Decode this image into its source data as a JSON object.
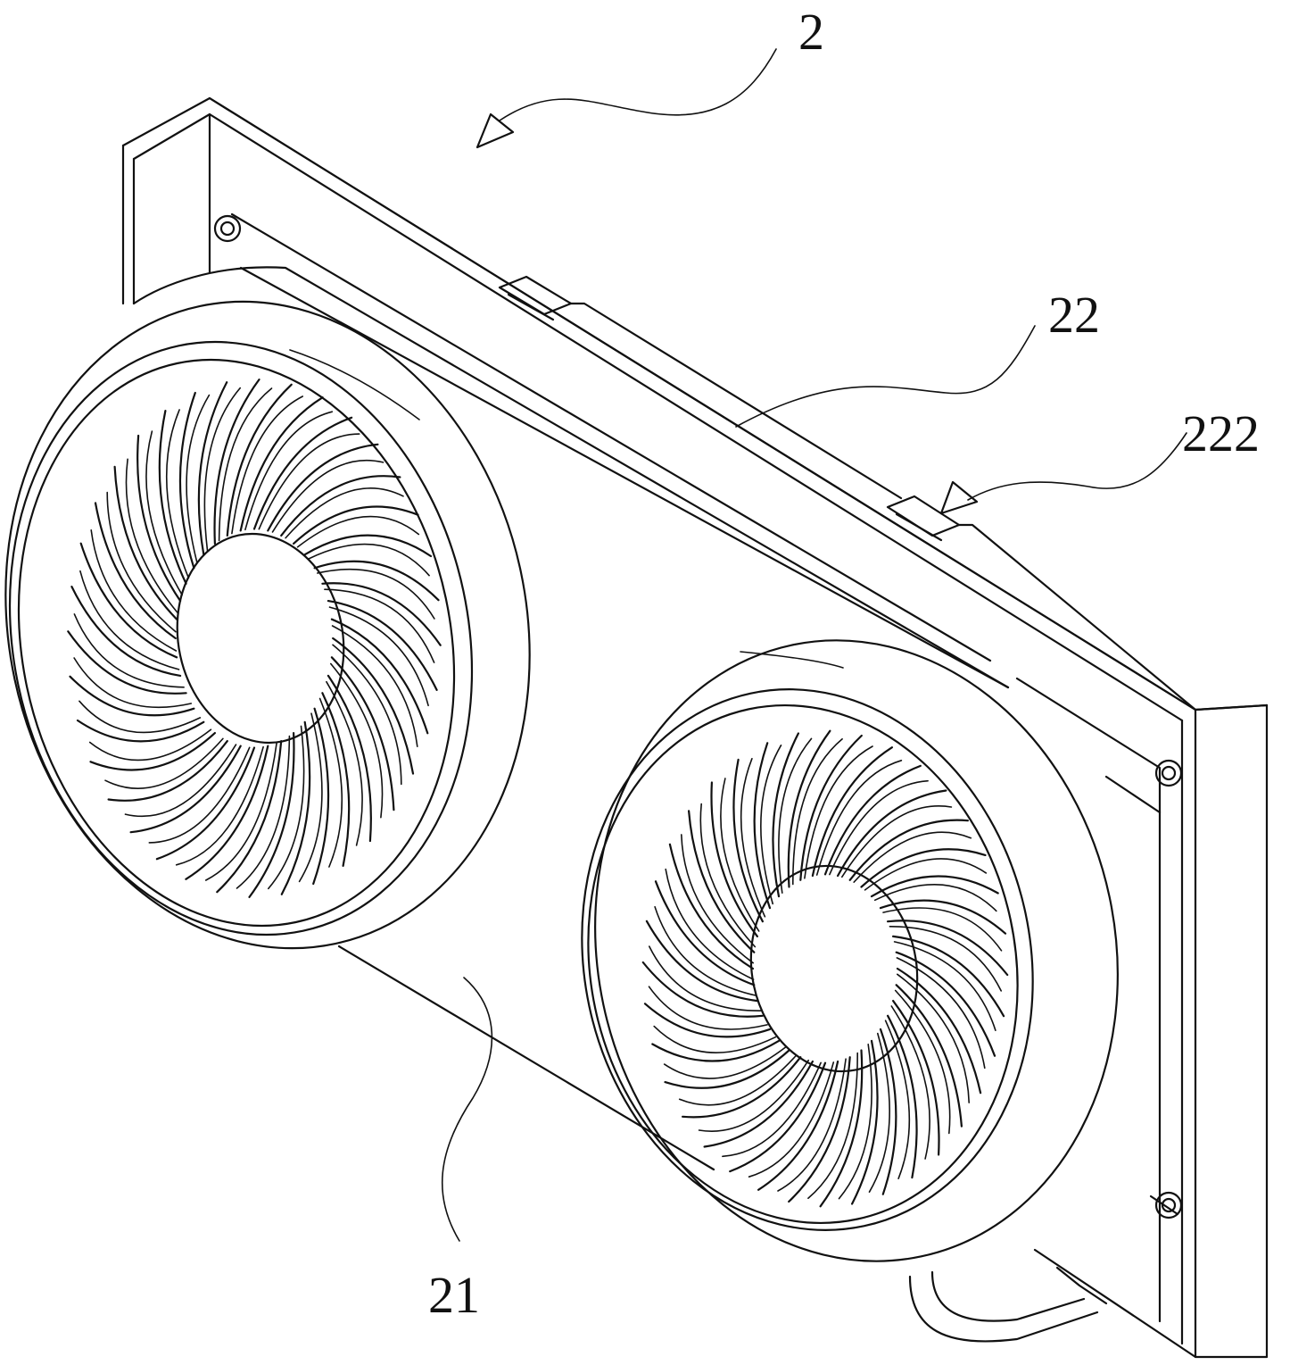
{
  "diagram": {
    "labels": {
      "assembly": "2",
      "frame": "22",
      "slot": "222",
      "fan_housing": "21"
    },
    "fans": [
      {
        "name": "left-fan",
        "blades": 36
      },
      {
        "name": "right-fan",
        "blades": 36
      }
    ],
    "colors": {
      "line": "#111111",
      "background": "#ffffff"
    }
  }
}
